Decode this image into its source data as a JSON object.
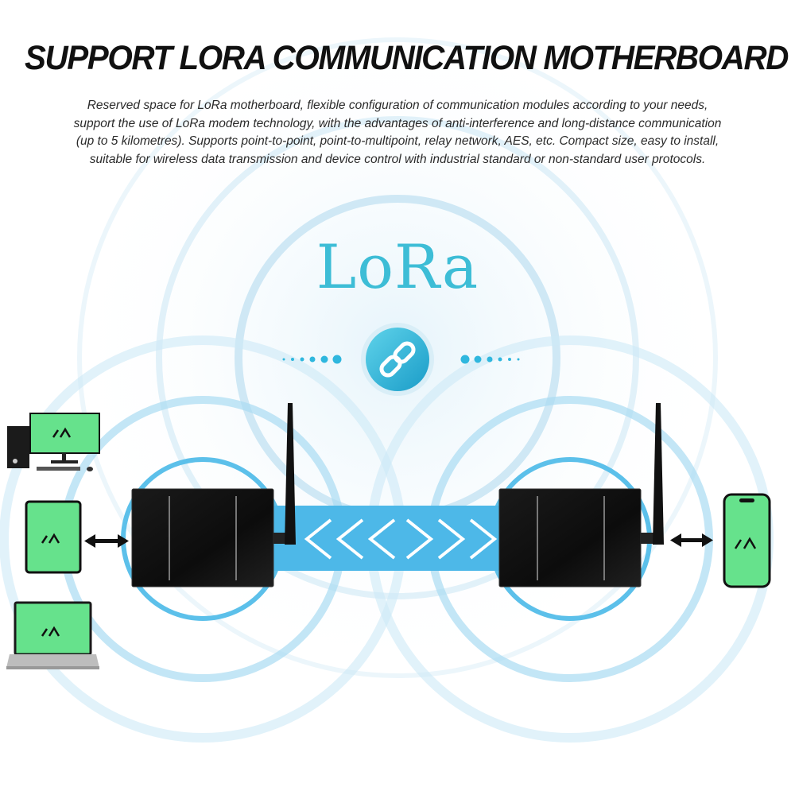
{
  "header": {
    "title": "SUPPORT LORA COMMUNICATION MOTHERBOARD",
    "description_lines": [
      "Reserved space for LoRa motherboard, flexible configuration of communication modules according to your needs,",
      "support the use of LoRa modem technology, with the advantages of anti-interference and long-distance communication",
      "(up to 5 kilometres). Supports point-to-point, point-to-multipoint, relay network, AES, etc. Compact size, easy to install,",
      "suitable for wireless data transmission and device control with industrial standard or non-standard user protocols."
    ]
  },
  "diagram": {
    "logo_text": "LoRa",
    "link_icon": "link-icon",
    "colors": {
      "accent": "#3dbdd6",
      "band": "#4db8e8",
      "screen": "#66e28c",
      "ring": "#5cc0ea"
    },
    "left_devices": [
      "desktop",
      "tablet",
      "laptop"
    ],
    "right_devices": [
      "phone"
    ]
  }
}
